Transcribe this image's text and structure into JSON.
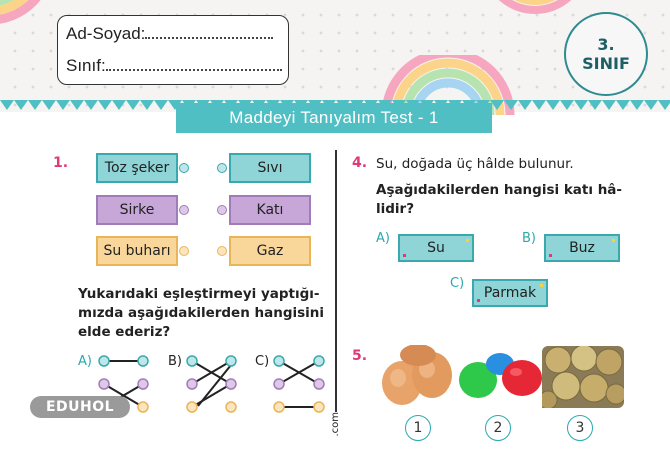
{
  "header": {
    "name_label": "Ad-Soyad:",
    "class_label": "Sınıf:",
    "grade_number": "3.",
    "grade_word": "SINIF",
    "title": "Maddeyi Tanıyalım Test - 1"
  },
  "q1": {
    "number": "1.",
    "left_items": [
      "Toz şeker",
      "Sirke",
      "Su buharı"
    ],
    "right_items": [
      "Sıvı",
      "Katı",
      "Gaz"
    ],
    "question": "Yukarıdaki eşleştirmeyi yaptığımızda aşağıdakilerden hangisini elde ederiz?",
    "question_lines": [
      "Yukarıdaki eşleştirmeyi yaptığı-",
      "mızda aşağıdakilerden hangisini",
      "elde ederiz?"
    ],
    "options": [
      "A)",
      "B)",
      "C)"
    ],
    "colors": {
      "teal": "#8fd4d6",
      "purple": "#c7a6d8",
      "orange": "#f9d79a"
    }
  },
  "q4": {
    "number": "4.",
    "statement": "Su, doğada üç hâlde bulunur.",
    "question_lines": [
      "Aşağıdakilerden hangisi katı hâ-",
      "lidir?"
    ],
    "options": [
      {
        "letter": "A)",
        "text": "Su"
      },
      {
        "letter": "B)",
        "text": "Buz"
      },
      {
        "letter": "C)",
        "text": "Parmak"
      }
    ]
  },
  "q5": {
    "number": "5.",
    "image_labels": [
      "1",
      "2",
      "3"
    ]
  },
  "watermark": {
    "logo": "EDUHOL",
    "domain": ".com"
  }
}
